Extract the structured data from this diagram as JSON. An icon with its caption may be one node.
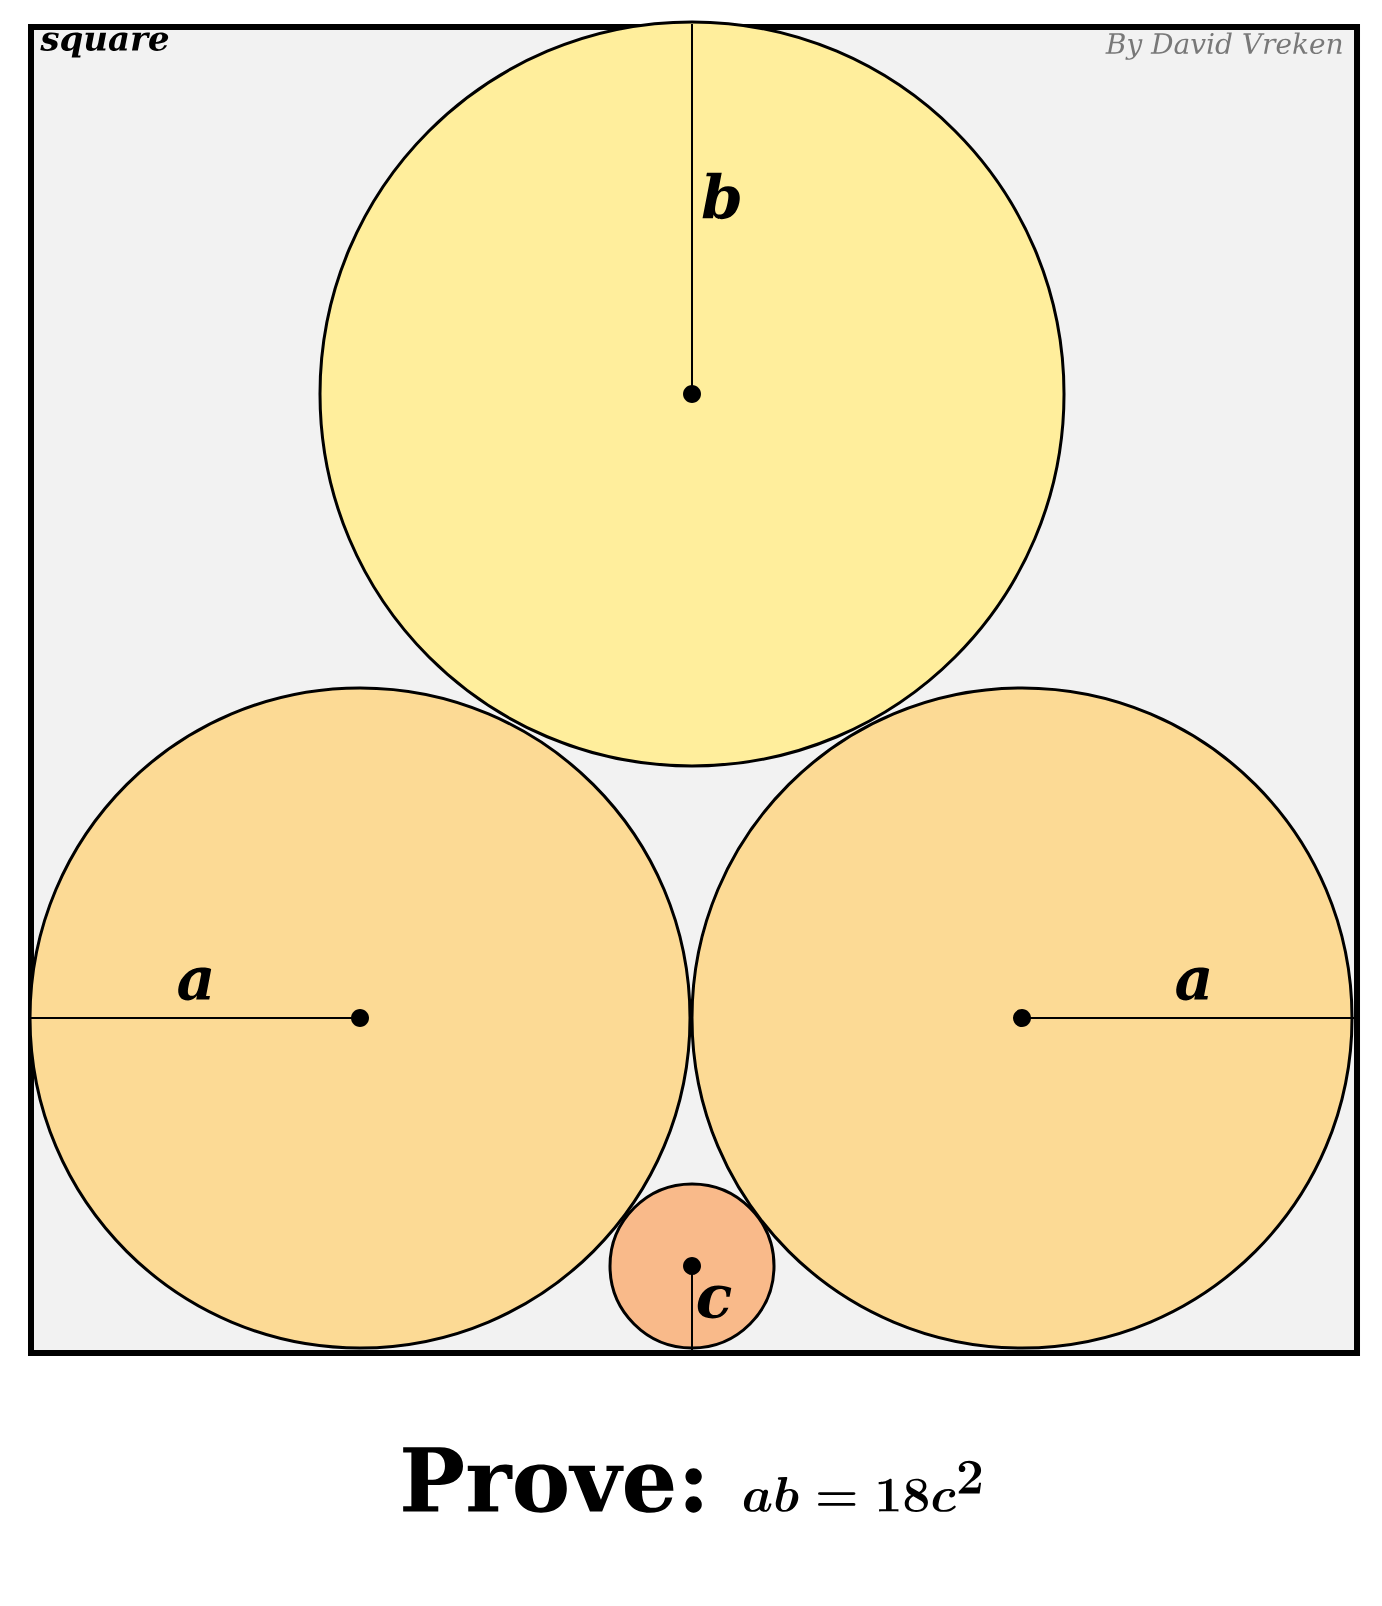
{
  "diagram": {
    "caption": "\\text{Prove:}\\;\\; \\boldsymbol{ab} = 18\\boldsymbol{c}^{2}",
    "nodes": [
      {
        "text": [
          "square"
        ]
      },
      {
        "text": [
          "b"
        ],
        "in": 0
      },
      {
        "text": [
          "a"
        ],
        "in": 0
      },
      {
        "text": [
          "a"
        ],
        "in": 0
      },
      {
        "text": [
          "c"
        ],
        "in": 0
      }
    ],
    "labels": [
      "By David Vreken"
    ]
  }
}
